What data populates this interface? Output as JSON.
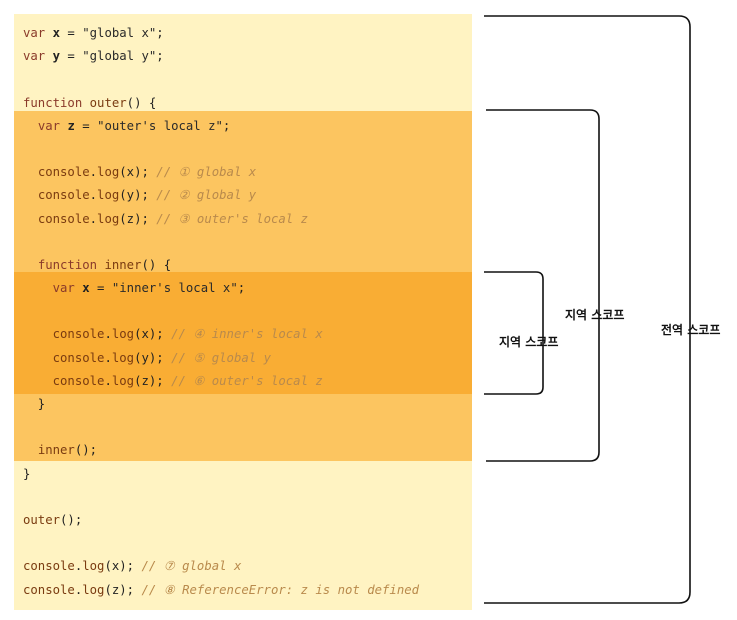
{
  "code_lines": [
    [
      {
        "t": "kw",
        "v": "var "
      },
      {
        "t": "id",
        "v": "x"
      },
      {
        "t": "p",
        "v": " = "
      },
      {
        "t": "str",
        "v": "\"global x\""
      },
      {
        "t": "p",
        "v": ";"
      }
    ],
    [
      {
        "t": "kw",
        "v": "var "
      },
      {
        "t": "id",
        "v": "y"
      },
      {
        "t": "p",
        "v": " = "
      },
      {
        "t": "str",
        "v": "\"global y\""
      },
      {
        "t": "p",
        "v": ";"
      }
    ],
    [],
    [
      {
        "t": "kw",
        "v": "function "
      },
      {
        "t": "fn",
        "v": "outer"
      },
      {
        "t": "p",
        "v": "() {"
      }
    ],
    [
      {
        "t": "p",
        "v": "  "
      },
      {
        "t": "kw",
        "v": "var "
      },
      {
        "t": "id",
        "v": "z"
      },
      {
        "t": "p",
        "v": " = "
      },
      {
        "t": "str",
        "v": "\"outer's local z\""
      },
      {
        "t": "p",
        "v": ";"
      }
    ],
    [],
    [
      {
        "t": "p",
        "v": "  "
      },
      {
        "t": "fn",
        "v": "console"
      },
      {
        "t": "p",
        "v": "."
      },
      {
        "t": "fn",
        "v": "log"
      },
      {
        "t": "p",
        "v": "(x); "
      },
      {
        "t": "cm",
        "v": "// ① global x"
      }
    ],
    [
      {
        "t": "p",
        "v": "  "
      },
      {
        "t": "fn",
        "v": "console"
      },
      {
        "t": "p",
        "v": "."
      },
      {
        "t": "fn",
        "v": "log"
      },
      {
        "t": "p",
        "v": "(y); "
      },
      {
        "t": "cm",
        "v": "// ② global y"
      }
    ],
    [
      {
        "t": "p",
        "v": "  "
      },
      {
        "t": "fn",
        "v": "console"
      },
      {
        "t": "p",
        "v": "."
      },
      {
        "t": "fn",
        "v": "log"
      },
      {
        "t": "p",
        "v": "(z); "
      },
      {
        "t": "cm",
        "v": "// ③ outer's local z"
      }
    ],
    [],
    [
      {
        "t": "p",
        "v": "  "
      },
      {
        "t": "kw",
        "v": "function "
      },
      {
        "t": "fn",
        "v": "inner"
      },
      {
        "t": "p",
        "v": "() {"
      }
    ],
    [
      {
        "t": "p",
        "v": "    "
      },
      {
        "t": "kw",
        "v": "var "
      },
      {
        "t": "id",
        "v": "x"
      },
      {
        "t": "p",
        "v": " = "
      },
      {
        "t": "str",
        "v": "\"inner's local x\""
      },
      {
        "t": "p",
        "v": ";"
      }
    ],
    [],
    [
      {
        "t": "p",
        "v": "    "
      },
      {
        "t": "fn",
        "v": "console"
      },
      {
        "t": "p",
        "v": "."
      },
      {
        "t": "fn",
        "v": "log"
      },
      {
        "t": "p",
        "v": "(x); "
      },
      {
        "t": "cm",
        "v": "// ④ inner's local x"
      }
    ],
    [
      {
        "t": "p",
        "v": "    "
      },
      {
        "t": "fn",
        "v": "console"
      },
      {
        "t": "p",
        "v": "."
      },
      {
        "t": "fn",
        "v": "log"
      },
      {
        "t": "p",
        "v": "(y); "
      },
      {
        "t": "cm",
        "v": "// ⑤ global y"
      }
    ],
    [
      {
        "t": "p",
        "v": "    "
      },
      {
        "t": "fn",
        "v": "console"
      },
      {
        "t": "p",
        "v": "."
      },
      {
        "t": "fn",
        "v": "log"
      },
      {
        "t": "p",
        "v": "(z); "
      },
      {
        "t": "cm",
        "v": "// ⑥ outer's local z"
      }
    ],
    [
      {
        "t": "p",
        "v": "  }"
      }
    ],
    [],
    [
      {
        "t": "p",
        "v": "  "
      },
      {
        "t": "fn",
        "v": "inner"
      },
      {
        "t": "p",
        "v": "();"
      }
    ],
    [
      {
        "t": "p",
        "v": "}"
      }
    ],
    [],
    [
      {
        "t": "fn",
        "v": "outer"
      },
      {
        "t": "p",
        "v": "();"
      }
    ],
    [],
    [
      {
        "t": "fn",
        "v": "console"
      },
      {
        "t": "p",
        "v": "."
      },
      {
        "t": "fn",
        "v": "log"
      },
      {
        "t": "p",
        "v": "(x); "
      },
      {
        "t": "cm",
        "v": "// ⑦ global x"
      }
    ],
    [
      {
        "t": "fn",
        "v": "console"
      },
      {
        "t": "p",
        "v": "."
      },
      {
        "t": "fn",
        "v": "log"
      },
      {
        "t": "p",
        "v": "(z); "
      },
      {
        "t": "cm",
        "v": "// ⑧ ReferenceError: z is not defined"
      }
    ]
  ],
  "labels": {
    "inner_scope": "지역 스코프",
    "outer_scope": "지역 스코프",
    "global_scope": "전역 스코프"
  },
  "colors": {
    "global_bg": "#fff3c2",
    "outer_bg": "#fcc560",
    "inner_bg": "#f9ad34",
    "bracket": "#111111"
  }
}
